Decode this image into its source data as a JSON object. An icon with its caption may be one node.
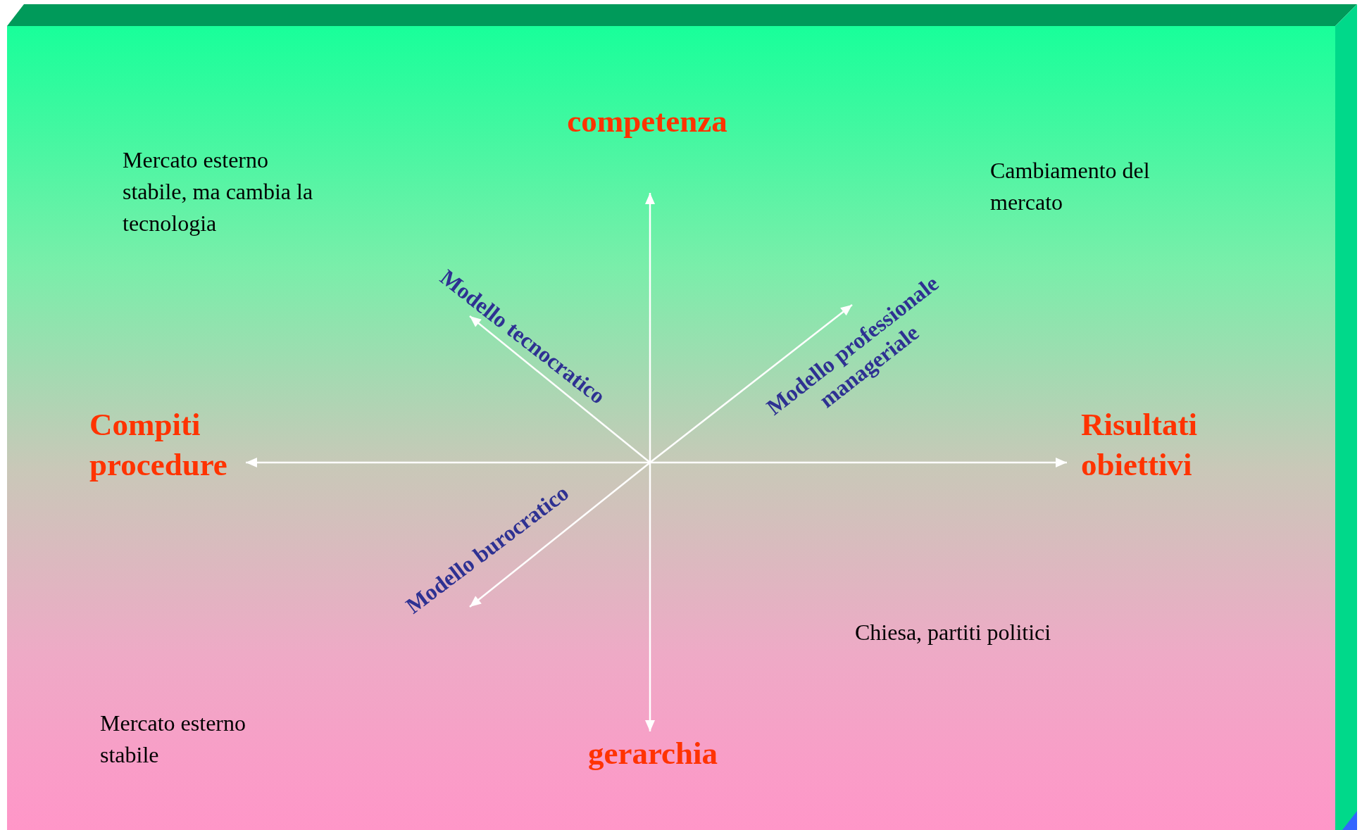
{
  "diagram": {
    "labels": [
      "competenza",
      "Mercato esterno stabile, ma cambia la tecnologia",
      "Cambiamento del mercato",
      "Modello tecnocratico",
      "Modello professionale manageriale",
      "Compiti procedure",
      "Risultati obiettivi",
      "Modello burocratico",
      "Chiesa, partiti politici",
      "Mercato esterno stabile",
      "gerarchia"
    ]
  }
}
